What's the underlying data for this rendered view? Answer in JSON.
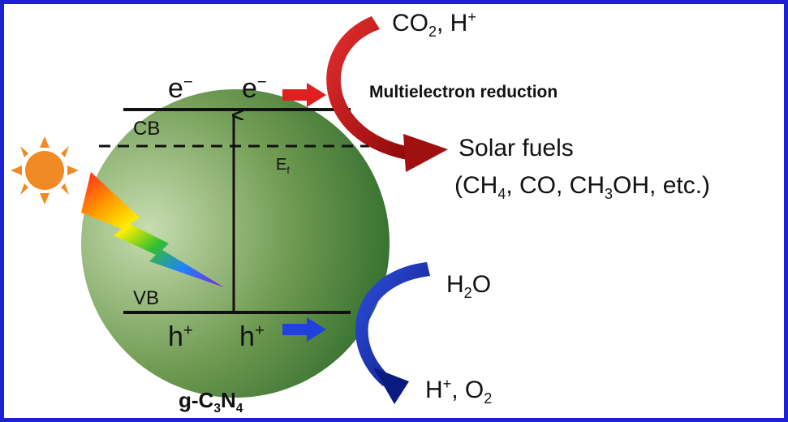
{
  "diagram": {
    "material": {
      "prefix": "g-C",
      "sub1": "3",
      "mid": "N",
      "sub2": "4"
    },
    "bands": {
      "cb": "CB",
      "vb": "VB",
      "fermi": {
        "base": "E",
        "sub": "f"
      }
    },
    "carriers": {
      "electron_left": {
        "base": "e",
        "sup": "−"
      },
      "electron_right": {
        "base": "e",
        "sup": "−"
      },
      "hole_left": {
        "base": "h",
        "sup": "+"
      },
      "hole_right": {
        "base": "h",
        "sup": "+"
      }
    },
    "reduction": {
      "reactants": {
        "a": "CO",
        "a_sub": "2",
        "sep": ", H",
        "sup": "+"
      },
      "process": "Multielectron reduction",
      "products_title": "Solar fuels",
      "products_list": {
        "open": "(CH",
        "sub1": "4",
        "mid1": ", CO, CH",
        "sub2": "3",
        "end": "OH, etc.)"
      }
    },
    "oxidation": {
      "reactant": {
        "a": "H",
        "sub": "2",
        "b": "O"
      },
      "products": {
        "a": "H",
        "sup": "+",
        "b": ", O",
        "sub": "2"
      }
    },
    "colors": {
      "border": "#1b1fd6",
      "sphere_light": "#c7ddb0",
      "sphere_dark": "#2e6a2a",
      "red_arrow": "#c81414",
      "blue_arrow": "#1430b4",
      "sun": "#f08a24"
    }
  }
}
